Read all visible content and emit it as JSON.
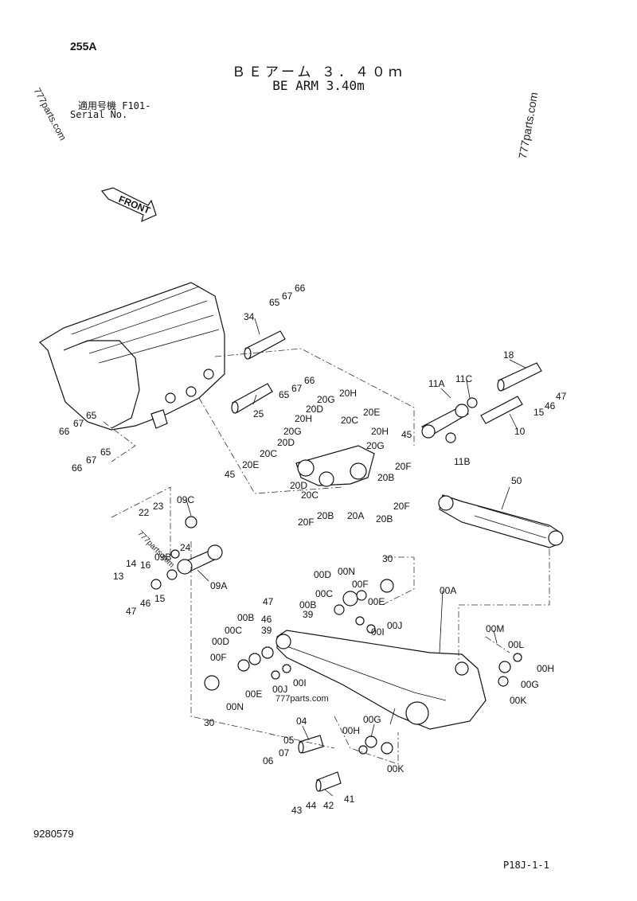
{
  "header": {
    "page_number": "255A",
    "title_jp": "ＢＥアーム ３．４０ｍ",
    "title_en": "BE ARM 3.40m",
    "applicable_label": "適用号機 F101-",
    "serial_label": "Serial No."
  },
  "front_arrow": {
    "label": "FRONT"
  },
  "watermarks": [
    "777parts.com",
    "777parts.com",
    "777parts.com",
    "777parts.com"
  ],
  "footer": {
    "doc_number": "9280579",
    "page_ref": "P18J-1-1"
  },
  "part_labels": [
    "66",
    "67",
    "65",
    "34",
    "25",
    "65",
    "67",
    "66",
    "65",
    "67",
    "66",
    "65",
    "67",
    "66",
    "20H",
    "20G",
    "20D",
    "20H",
    "20C",
    "20E",
    "20G",
    "20D",
    "20C",
    "20H",
    "20G",
    "20E",
    "45",
    "20B",
    "20F",
    "20B",
    "20F",
    "20A",
    "20D",
    "20C",
    "20F",
    "20B",
    "45",
    "11A",
    "11C",
    "18",
    "47",
    "46",
    "15",
    "10",
    "11B",
    "50",
    "22",
    "23",
    "09C",
    "24",
    "09B",
    "14",
    "16",
    "13",
    "15",
    "46",
    "47",
    "09A",
    "30",
    "00D",
    "00N",
    "00F",
    "00C",
    "00E",
    "00J",
    "00I",
    "00A",
    "47",
    "00B",
    "46",
    "39",
    "39",
    "00B",
    "00C",
    "00D",
    "00F",
    "00N",
    "00E",
    "00J",
    "00I",
    "30",
    "00M",
    "00L",
    "00H",
    "00G",
    "00K",
    "04",
    "05",
    "07",
    "06",
    "00H",
    "00G",
    "00K",
    "41",
    "43",
    "44",
    "42"
  ]
}
